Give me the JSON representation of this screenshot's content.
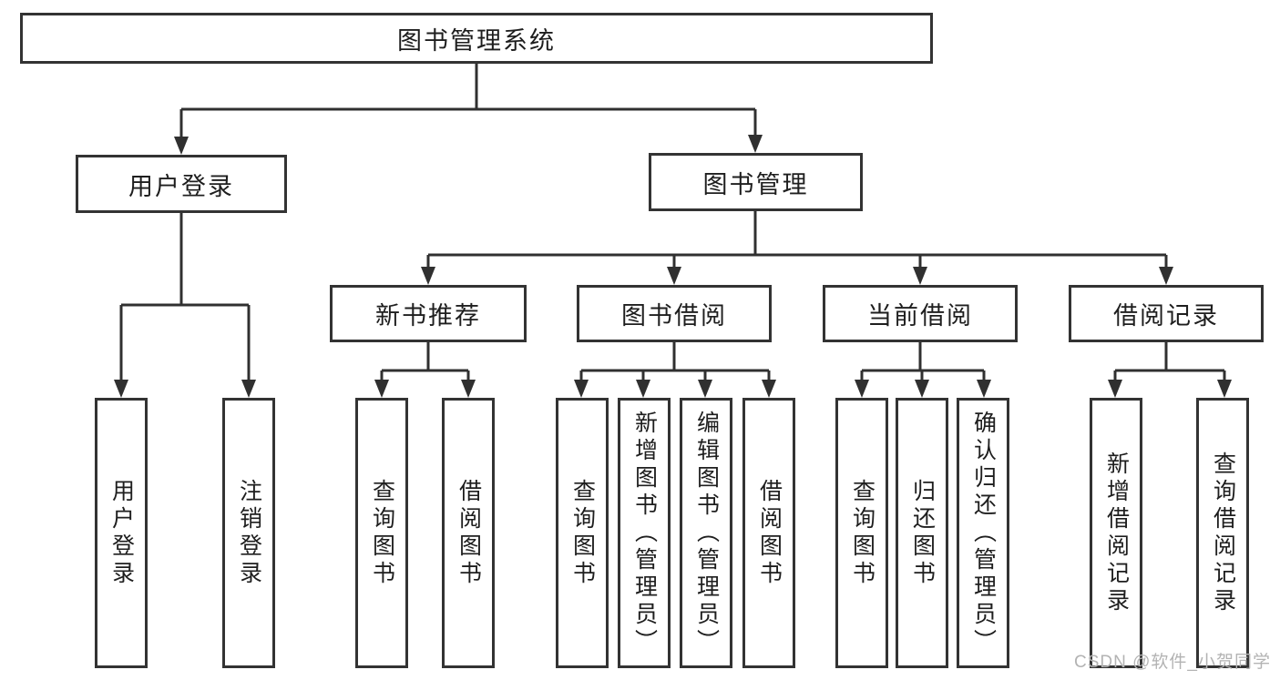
{
  "tree": {
    "root": "图书管理系统",
    "branches": [
      {
        "label": "用户登录",
        "children": [
          "用户登录",
          "注销登录"
        ]
      },
      {
        "label": "图书管理",
        "groups": [
          {
            "label": "新书推荐",
            "children": [
              "查询图书",
              "借阅图书"
            ]
          },
          {
            "label": "图书借阅",
            "children": [
              "查询图书",
              "新增图书（管理员）",
              "编辑图书（管理员）",
              "借阅图书"
            ]
          },
          {
            "label": "当前借阅",
            "children": [
              "查询图书",
              "归还图书",
              "确认归还（管理员）"
            ]
          },
          {
            "label": "借阅记录",
            "children": [
              "新增借阅记录",
              "查询借阅记录"
            ]
          }
        ]
      }
    ]
  },
  "watermark": {
    "text": "CSDN @软件_小贺同学"
  },
  "colors": {
    "line": "#303030",
    "box_border": "#333333",
    "box_fill": "#ffffff",
    "text": "#1e1e1e",
    "watermark": "#b3b3b3"
  }
}
